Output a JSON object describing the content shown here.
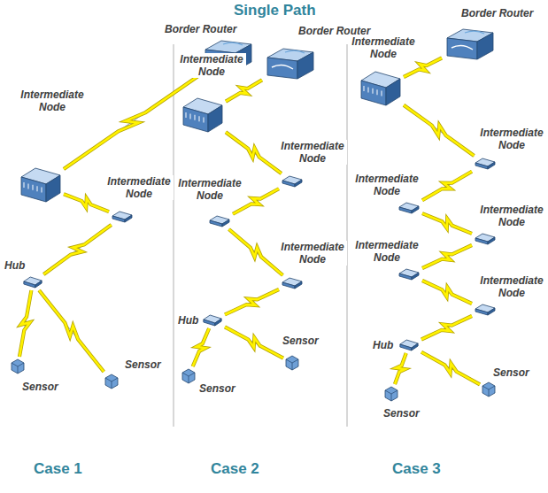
{
  "diagram": {
    "title": "Single Path",
    "nodes": [
      {
        "text": [
          "Border Router"
        ]
      },
      {
        "text": [
          "Intermediate Node"
        ]
      },
      {
        "text": [
          "Intermediate Node"
        ]
      },
      {
        "text": [
          "Hub"
        ]
      },
      {
        "text": [
          "Sensor"
        ]
      },
      {
        "text": [
          "Sensor"
        ]
      },
      {
        "text": [
          "Border Router"
        ]
      },
      {
        "text": [
          "Intermediate Node"
        ]
      },
      {
        "text": [
          "Intermediate Node"
        ]
      },
      {
        "text": [
          "Intermediate Node"
        ]
      },
      {
        "text": [
          "Intermediate Node"
        ]
      },
      {
        "text": [
          "Hub"
        ]
      },
      {
        "text": [
          "Sensor"
        ]
      },
      {
        "text": [
          "Sensor"
        ]
      },
      {
        "text": [
          "Border Router"
        ]
      },
      {
        "text": [
          "Intermediate Node"
        ]
      },
      {
        "text": [
          "Intermediate Node"
        ]
      },
      {
        "text": [
          "Intermediate Node"
        ]
      },
      {
        "text": [
          "Intermediate Node"
        ]
      },
      {
        "text": [
          "Intermediate Node"
        ]
      },
      {
        "text": [
          "Intermediate Node"
        ]
      },
      {
        "text": [
          "Hub"
        ]
      },
      {
        "text": [
          "Sensor"
        ]
      },
      {
        "text": [
          "Sensor"
        ]
      }
    ],
    "edges": [
      {
        "from": 0,
        "to": 1,
        "arrow": "none"
      },
      {
        "from": 1,
        "to": 2,
        "arrow": "none"
      },
      {
        "from": 2,
        "to": 3,
        "arrow": "none"
      },
      {
        "from": 3,
        "to": 4,
        "arrow": "none"
      },
      {
        "from": 3,
        "to": 5,
        "arrow": "none"
      },
      {
        "from": 6,
        "to": 7,
        "arrow": "none"
      },
      {
        "from": 7,
        "to": 8,
        "arrow": "none"
      },
      {
        "from": 8,
        "to": 9,
        "arrow": "none"
      },
      {
        "from": 9,
        "to": 10,
        "arrow": "none"
      },
      {
        "from": 10,
        "to": 11,
        "arrow": "none"
      },
      {
        "from": 11,
        "to": 12,
        "arrow": "none"
      },
      {
        "from": 11,
        "to": 13,
        "arrow": "none"
      },
      {
        "from": 14,
        "to": 15,
        "arrow": "none"
      },
      {
        "from": 15,
        "to": 16,
        "arrow": "none"
      },
      {
        "from": 16,
        "to": 17,
        "arrow": "none"
      },
      {
        "from": 17,
        "to": 18,
        "arrow": "none"
      },
      {
        "from": 18,
        "to": 19,
        "arrow": "none"
      },
      {
        "from": 19,
        "to": 20,
        "arrow": "none"
      },
      {
        "from": 20,
        "to": 21,
        "arrow": "none"
      },
      {
        "from": 21,
        "to": 22,
        "arrow": "none"
      },
      {
        "from": 21,
        "to": 23,
        "arrow": "none"
      }
    ],
    "labels": [
      "Case 1",
      "Case 2",
      "Case 3"
    ]
  }
}
